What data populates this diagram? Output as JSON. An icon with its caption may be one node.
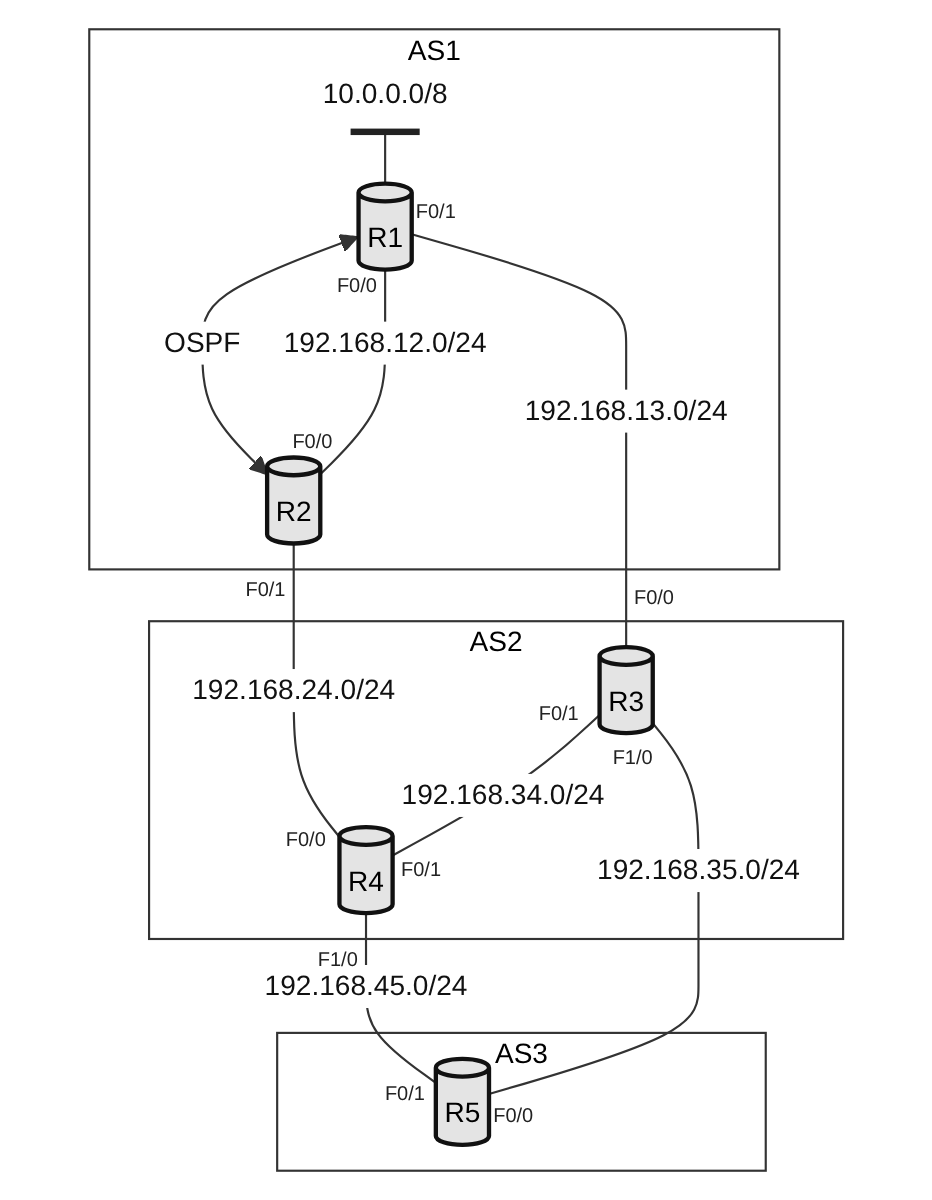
{
  "diagram": {
    "nodes": [
      {
        "text": [
          "AS1"
        ]
      },
      {
        "text": [],
        "shape": "bar",
        "in": 0,
        "beside": [
          "10.0.0.0/8"
        ]
      },
      {
        "text": [
          "R1"
        ],
        "in": 0,
        "beside": [
          "F0/0",
          "F0/1"
        ]
      },
      {
        "text": [
          "R2"
        ],
        "in": 0,
        "beside": [
          "F0/0",
          "F0/1"
        ]
      },
      {
        "text": [
          "AS2"
        ]
      },
      {
        "text": [
          "R3"
        ],
        "in": 4,
        "beside": [
          "F0/0",
          "F0/1",
          "F1/0"
        ]
      },
      {
        "text": [
          "R4"
        ],
        "in": 4,
        "beside": [
          "F0/0",
          "F0/1",
          "F1/0"
        ]
      },
      {
        "text": [
          "AS3"
        ]
      },
      {
        "text": [
          "R5"
        ],
        "in": 7,
        "beside": [
          "F0/0",
          "F0/1"
        ]
      }
    ],
    "edges": [
      {
        "from": 1,
        "to": 2,
        "arrow": "none"
      },
      {
        "from": 2,
        "to": 3,
        "arrow": "both",
        "label": "OSPF"
      },
      {
        "from": 2,
        "to": 3,
        "arrow": "none",
        "label": "192.168.12.0/24"
      },
      {
        "from": 2,
        "to": 5,
        "arrow": "none",
        "label": "192.168.13.0/24"
      },
      {
        "from": 3,
        "to": 6,
        "arrow": "none",
        "label": "192.168.24.0/24"
      },
      {
        "from": 5,
        "to": 6,
        "arrow": "none",
        "label": "192.168.34.0/24"
      },
      {
        "from": 5,
        "to": 8,
        "arrow": "none",
        "label": "192.168.35.0/24"
      },
      {
        "from": 6,
        "to": 8,
        "arrow": "none",
        "label": "192.168.45.0/24"
      }
    ]
  }
}
